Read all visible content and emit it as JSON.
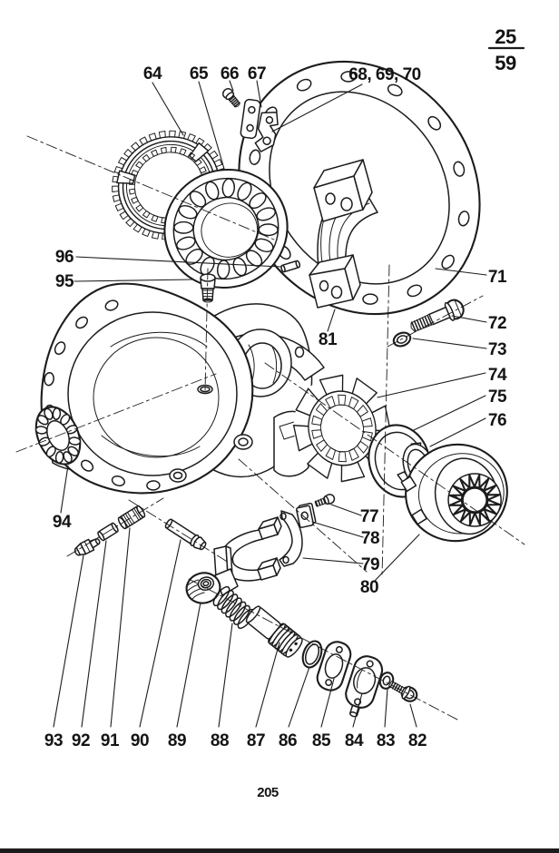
{
  "sheet": {
    "numerator": "25",
    "denominator": "59"
  },
  "page_number": "205",
  "colors": {
    "ink": "#1c1c1c",
    "paper": "#ffffff"
  },
  "labels": {
    "l64": "64",
    "l65": "65",
    "l66": "66",
    "l67": "67",
    "l68_70": "68, 69, 70",
    "l71": "71",
    "l72": "72",
    "l73": "73",
    "l74": "74",
    "l75": "75",
    "l76": "76",
    "l77": "77",
    "l78": "78",
    "l79": "79",
    "l80": "80",
    "l81": "81",
    "l82": "82",
    "l83": "83",
    "l84": "84",
    "l85": "85",
    "l86": "86",
    "l87": "87",
    "l88": "88",
    "l89": "89",
    "l90": "90",
    "l91": "91",
    "l92": "92",
    "l93": "93",
    "l94": "94",
    "l95": "95",
    "l96": "96"
  }
}
